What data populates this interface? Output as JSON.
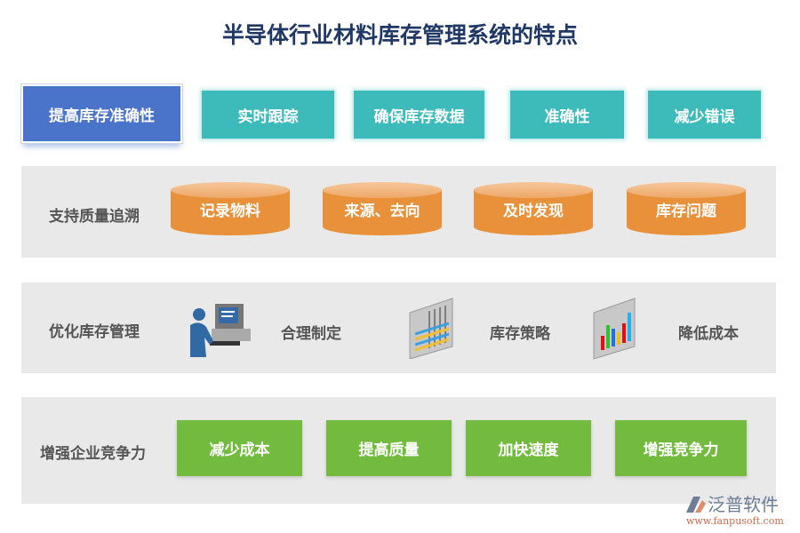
{
  "title": "半导体行业材料库存管理系统的特点",
  "row1": {
    "main": "提高库存准确性",
    "items": [
      "实时跟踪",
      "确保库存数据",
      "准确性",
      "减少错误"
    ]
  },
  "row2": {
    "label": "支持质量追溯",
    "items": [
      "记录物料",
      "来源、去向",
      "及时发现",
      "库存问题"
    ]
  },
  "row3": {
    "label": "优化库存管理",
    "items": [
      {
        "icon": "computer-user-icon",
        "text": "合理制定"
      },
      {
        "icon": "table-chart-icon",
        "text": "库存策略"
      },
      {
        "icon": "bar-chart-icon",
        "text": "降低成本"
      }
    ]
  },
  "row4": {
    "label": "增强企业竞争力",
    "items": [
      "减少成本",
      "提高质量",
      "加快速度",
      "增强竞争力"
    ]
  },
  "logo": {
    "name": "泛普软件",
    "url": "www.fanpusoft.com"
  },
  "colors": {
    "blue": "#4a74c9",
    "teal": "#3dbbbb",
    "orange": "#e8913a",
    "green": "#73bb3f",
    "panel": "#e9e9e9"
  }
}
